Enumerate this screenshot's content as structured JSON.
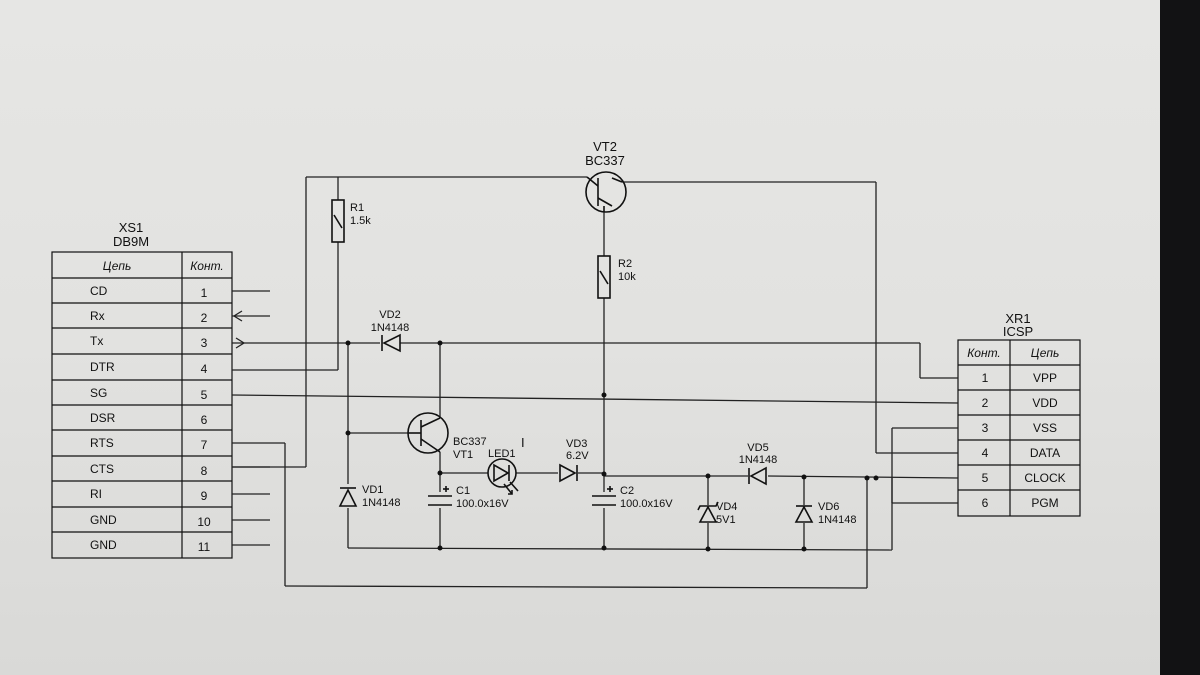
{
  "connector_xs1": {
    "ref": "XS1",
    "type": "DB9M",
    "headers": {
      "signal": "Цепь",
      "pin": "Конт."
    },
    "rows": [
      {
        "signal": "CD",
        "pin": "1"
      },
      {
        "signal": "Rx",
        "pin": "2"
      },
      {
        "signal": "Tx",
        "pin": "3"
      },
      {
        "signal": "DTR",
        "pin": "4"
      },
      {
        "signal": "SG",
        "pin": "5"
      },
      {
        "signal": "DSR",
        "pin": "6"
      },
      {
        "signal": "RTS",
        "pin": "7"
      },
      {
        "signal": "CTS",
        "pin": "8"
      },
      {
        "signal": "RI",
        "pin": "9"
      },
      {
        "signal": "GND",
        "pin": "10"
      },
      {
        "signal": "GND",
        "pin": "11"
      }
    ]
  },
  "connector_xr1": {
    "ref": "XR1",
    "type": "ICSP",
    "headers": {
      "pin": "Конт.",
      "signal": "Цепь"
    },
    "rows": [
      {
        "pin": "1",
        "signal": "VPP"
      },
      {
        "pin": "2",
        "signal": "VDD"
      },
      {
        "pin": "3",
        "signal": "VSS"
      },
      {
        "pin": "4",
        "signal": "DATA"
      },
      {
        "pin": "5",
        "signal": "CLOCK"
      },
      {
        "pin": "6",
        "signal": "PGM"
      }
    ]
  },
  "components": {
    "vt2": {
      "ref": "VT2",
      "value": "BC337"
    },
    "vt1": {
      "ref": "VT1",
      "value": "BC337"
    },
    "r1": {
      "ref": "R1",
      "value": "1.5k"
    },
    "r2": {
      "ref": "R2",
      "value": "10k"
    },
    "vd1": {
      "ref": "VD1",
      "value": "1N4148"
    },
    "vd2": {
      "ref": "VD2",
      "value": "1N4148"
    },
    "vd3": {
      "ref": "VD3",
      "value": "6.2V"
    },
    "vd4": {
      "ref": "VD4",
      "value": "5V1"
    },
    "vd5": {
      "ref": "VD5",
      "value": "1N4148"
    },
    "vd6": {
      "ref": "VD6",
      "value": "1N4148"
    },
    "c1": {
      "ref": "C1",
      "value": "100.0x16V"
    },
    "c2": {
      "ref": "C2",
      "value": "100.0x16V"
    },
    "led1": {
      "ref": "LED1"
    }
  },
  "cursor": {
    "glyph": "I"
  },
  "colors": {
    "ink": "#111111",
    "screen": "#e4e4e2",
    "bezel": "#121214"
  }
}
